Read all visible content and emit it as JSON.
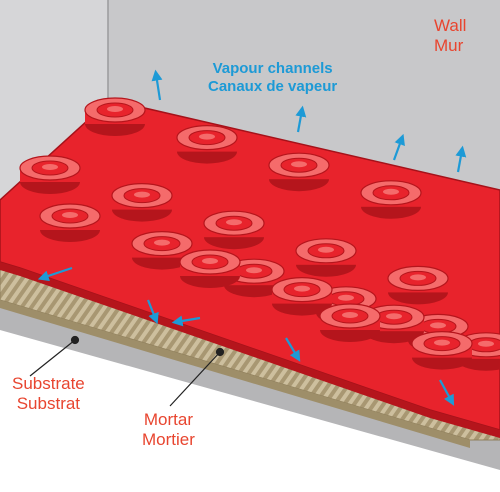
{
  "labels": {
    "wall_en": "Wall",
    "wall_fr": "Mur",
    "vapour_en": "Vapour channels",
    "vapour_fr": "Canaux de vapeur",
    "substrate_en": "Substrate",
    "substrate_fr": "Substrat",
    "mortar_en": "Mortar",
    "mortar_fr": "Mortier"
  },
  "colors": {
    "membrane": "#e8232c",
    "membrane_dark": "#b5151c",
    "membrane_light": "#f56b6b",
    "vapour_arrow": "#1d9ad6",
    "label_red": "#e8452f",
    "wall": "#c7c7c9",
    "floor": "#b3b3b5",
    "mortar": "#c9bb99"
  }
}
